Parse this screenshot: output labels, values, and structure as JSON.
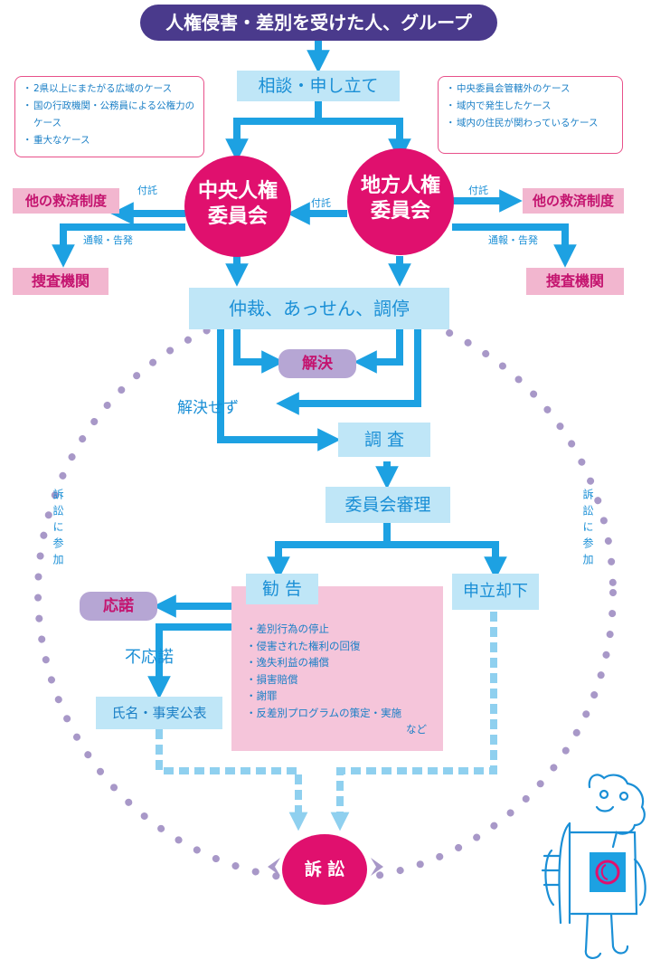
{
  "top": {
    "title": "人権侵害・差別を受けた人、グループ"
  },
  "consult": {
    "label": "相談・申し立て"
  },
  "note_left": {
    "items": [
      "2県以上にまたがる広域のケース",
      "国の行政機関・公務員による公権力のケース",
      "重大なケース"
    ]
  },
  "note_right": {
    "items": [
      "中央委員会管轄外のケース",
      "域内で発生したケース",
      "域内の住民が関わっているケース"
    ]
  },
  "central": {
    "line1": "中央人権",
    "line2": "委員会"
  },
  "local": {
    "line1": "地方人権",
    "line2": "委員会"
  },
  "labels": {
    "refer_left": "付託",
    "refer_mid": "付託",
    "refer_right": "付託",
    "report_left": "通報・告発",
    "report_right": "通報・告発",
    "unresolved": "解決せず",
    "non_accept": "不応諾",
    "lawsuit_left": "訴訟に参加",
    "lawsuit_right": "訴訟に参加"
  },
  "other_relief_left": "他の救済制度",
  "other_relief_right": "他の救済制度",
  "investigation_org_left": "捜査機関",
  "investigation_org_right": "捜査機関",
  "mediation": "仲裁、あっせん、調停",
  "resolved": "解決",
  "investigation": "調 査",
  "committee_review": "委員会審理",
  "recommendation": "勧 告",
  "dismissal": "申立却下",
  "accept": "応諾",
  "publish": "氏名・事実公表",
  "remedies": [
    "差別行為の停止",
    "侵害された権利の回復",
    "逸失利益の補償",
    "損害賠償",
    "謝罪",
    "反差別プログラムの策定・実施"
  ],
  "remedies_etc": "など",
  "lawsuit": "訴 訟",
  "colors": {
    "blue": "#1da1e2",
    "navy": "#4a3a8c",
    "magenta": "#e0106e",
    "lightblue": "#bfe6f7",
    "pink": "#f2b6cf",
    "lavender": "#b6a6d4",
    "dots": "#a898c8"
  }
}
